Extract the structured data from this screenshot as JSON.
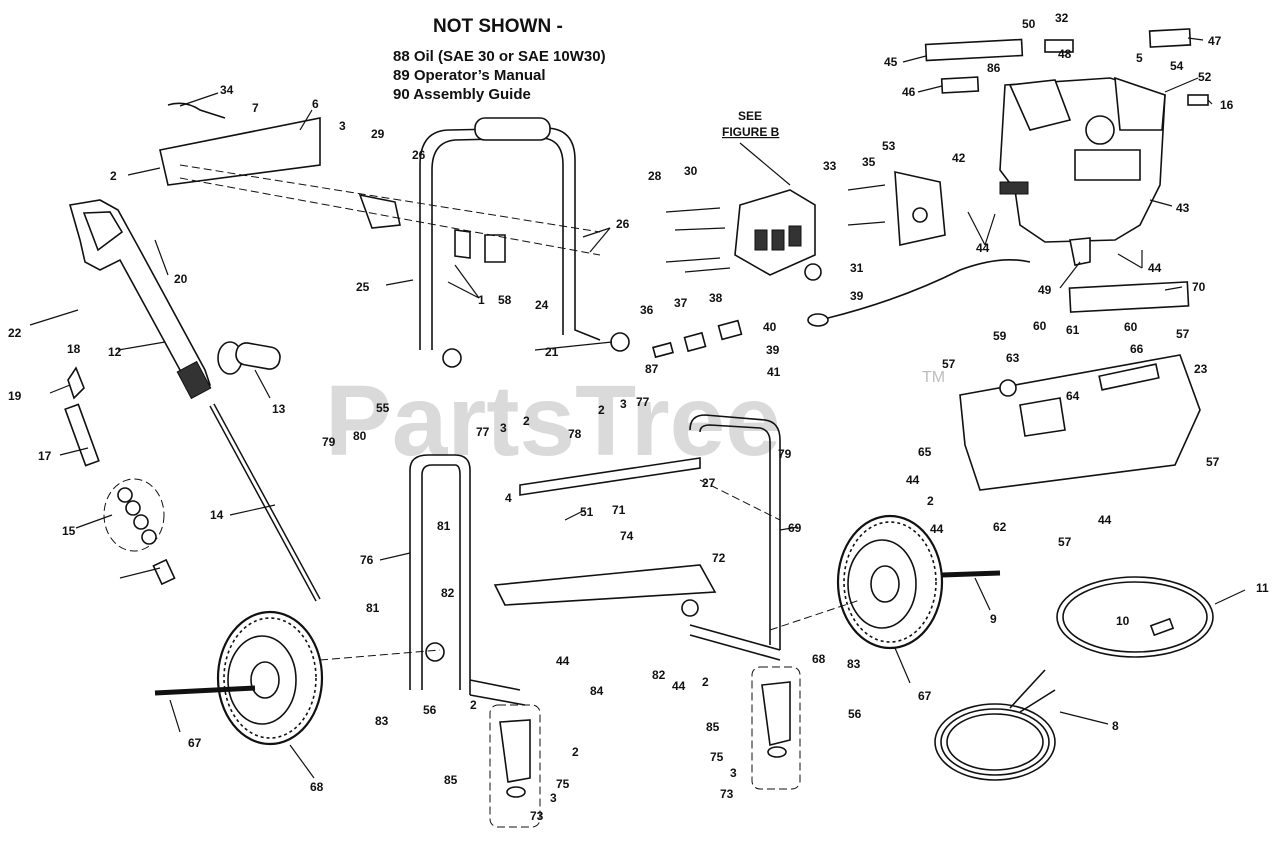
{
  "notes": {
    "title": "NOT SHOWN -",
    "lines": [
      "88 Oil (SAE 30 or SAE 10W30)",
      "89 Operator’s Manual",
      "90 Assembly Guide"
    ]
  },
  "see_ref": [
    "SEE",
    "FIGURE B"
  ],
  "watermark": {
    "text": "PartsTree",
    "tm": "TM"
  },
  "callouts": [
    "50",
    "32",
    "47",
    "45",
    "48",
    "5",
    "54",
    "46",
    "86",
    "52",
    "16",
    "43",
    "49",
    "44",
    "44",
    "42",
    "53",
    "35",
    "33",
    "31",
    "39",
    "40",
    "39",
    "41",
    "28",
    "30",
    "36",
    "37",
    "38",
    "70",
    "60",
    "61",
    "60",
    "59",
    "63",
    "64",
    "66",
    "57",
    "57",
    "23",
    "65",
    "44",
    "2",
    "62",
    "44",
    "57",
    "57",
    "44",
    "87",
    "2",
    "3",
    "77",
    "78",
    "79",
    "79",
    "80",
    "77",
    "3",
    "2",
    "4",
    "55",
    "27",
    "71",
    "51",
    "74",
    "69",
    "81",
    "76",
    "72",
    "82",
    "81",
    "84",
    "82",
    "44",
    "44",
    "83",
    "67",
    "68",
    "2",
    "56",
    "2",
    "85",
    "75",
    "3",
    "73",
    "83",
    "2",
    "56",
    "85",
    "75",
    "3",
    "73",
    "68",
    "67",
    "9",
    "11",
    "10",
    "8",
    "34",
    "7",
    "6",
    "2",
    "3",
    "29",
    "26",
    "26",
    "1",
    "58",
    "24",
    "25",
    "21",
    "20",
    "22",
    "18",
    "12",
    "19",
    "13",
    "17",
    "14",
    "15"
  ]
}
